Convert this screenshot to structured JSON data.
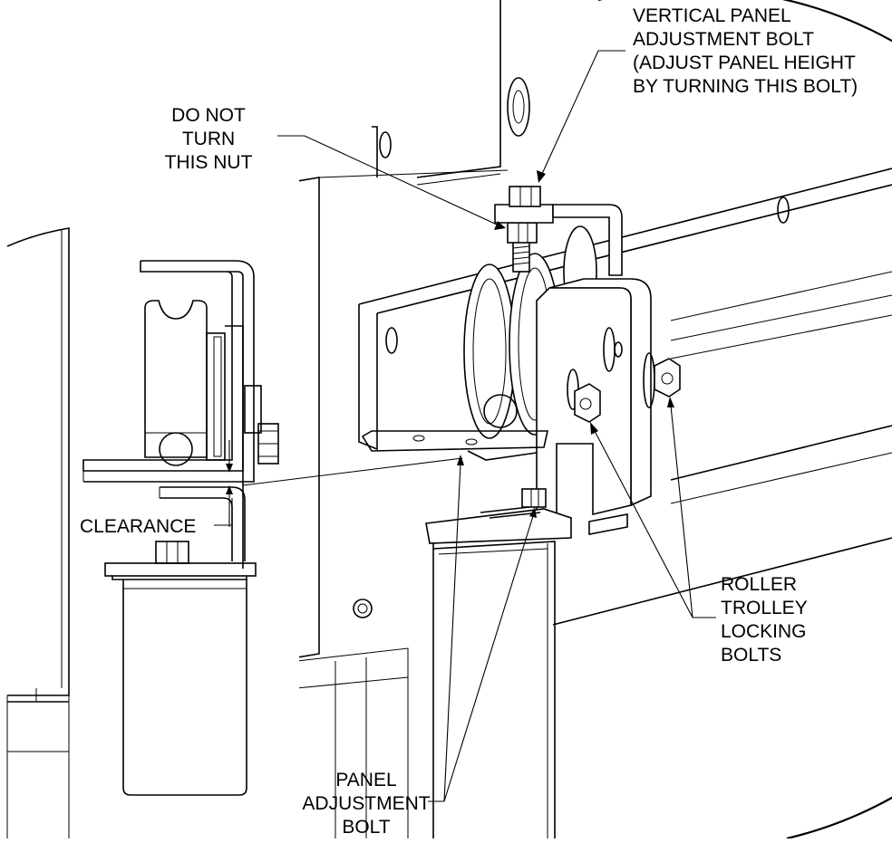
{
  "callouts": {
    "vertical_bolt": [
      "VERTICAL PANEL",
      "ADJUSTMENT BOLT",
      "(ADJUST PANEL HEIGHT",
      "BY TURNING THIS BOLT)"
    ],
    "do_not_turn": [
      "DO NOT",
      "TURN",
      "THIS NUT"
    ],
    "clearance": "CLEARANCE",
    "roller_trolley": [
      "ROLLER",
      "TROLLEY",
      "LOCKING",
      "BOLTS"
    ],
    "panel_bolt": [
      "PANEL",
      "ADJUSTMENT",
      "BOLT"
    ]
  }
}
